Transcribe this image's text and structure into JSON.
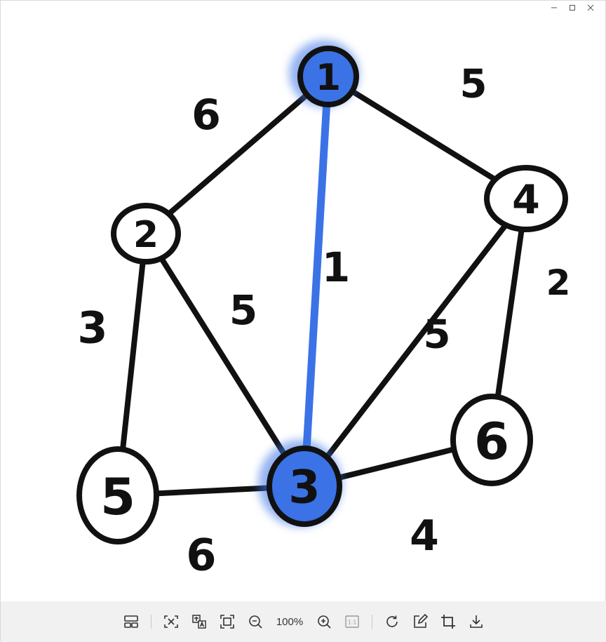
{
  "window": {
    "controls": [
      {
        "name": "minimize-icon"
      },
      {
        "name": "maximize-icon"
      },
      {
        "name": "close-icon"
      }
    ]
  },
  "graph": {
    "highlight_color": "#3b73e6",
    "stroke_color": "#111111",
    "nodes": [
      {
        "id": "1",
        "label": "1",
        "highlighted": true
      },
      {
        "id": "2",
        "label": "2",
        "highlighted": false
      },
      {
        "id": "3",
        "label": "3",
        "highlighted": true
      },
      {
        "id": "4",
        "label": "4",
        "highlighted": false
      },
      {
        "id": "5",
        "label": "5",
        "highlighted": false
      },
      {
        "id": "6",
        "label": "6",
        "highlighted": false
      }
    ],
    "edges": [
      {
        "from": "1",
        "to": "2",
        "weight": "6",
        "highlighted": false
      },
      {
        "from": "1",
        "to": "4",
        "weight": "5",
        "highlighted": false
      },
      {
        "from": "1",
        "to": "3",
        "weight": "1",
        "highlighted": true
      },
      {
        "from": "2",
        "to": "5",
        "weight": "3",
        "highlighted": false
      },
      {
        "from": "2",
        "to": "3",
        "weight": "5",
        "highlighted": false
      },
      {
        "from": "4",
        "to": "3",
        "weight": "5",
        "highlighted": false
      },
      {
        "from": "4",
        "to": "6",
        "weight": "2",
        "highlighted": false
      },
      {
        "from": "5",
        "to": "3",
        "weight": "6",
        "highlighted": false
      },
      {
        "from": "3",
        "to": "6",
        "weight": "4",
        "highlighted": false
      }
    ]
  },
  "toolbar": {
    "zoom_label": "100%",
    "buttons": [
      {
        "name": "layout-icon"
      },
      {
        "name": "extract-text-icon"
      },
      {
        "name": "translate-icon"
      },
      {
        "name": "fit-window-icon"
      },
      {
        "name": "zoom-out-icon"
      },
      {
        "name": "zoom-in-icon"
      },
      {
        "name": "actual-size-icon"
      },
      {
        "name": "rotate-icon"
      },
      {
        "name": "edit-icon"
      },
      {
        "name": "crop-icon"
      },
      {
        "name": "download-icon"
      }
    ]
  }
}
